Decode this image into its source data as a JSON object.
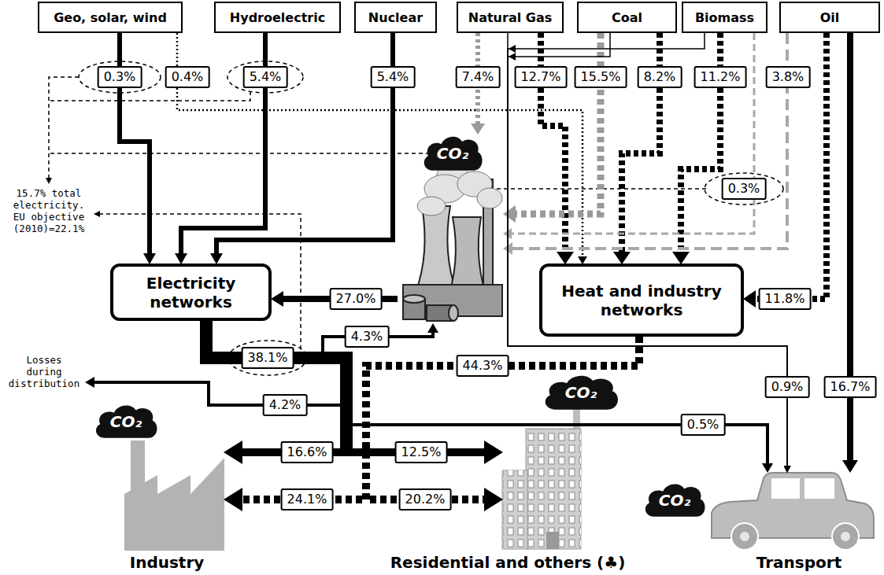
{
  "diagram": {
    "nodes": [
      {
        "text": [
          "Geo, solar, wind"
        ]
      },
      {
        "text": [
          "Hydroelectric"
        ]
      },
      {
        "text": [
          "Nuclear"
        ]
      },
      {
        "text": [
          "Natural Gas"
        ]
      },
      {
        "text": [
          "Coal"
        ]
      },
      {
        "text": [
          "Biomass"
        ]
      },
      {
        "text": [
          "Oil"
        ]
      },
      {
        "text": [
          "CO₂"
        ]
      },
      {
        "text": [
          "Electricity networks"
        ]
      },
      {
        "text": [
          "Heat and industry networks"
        ]
      },
      {
        "text": [
          "CO₂"
        ]
      },
      {
        "text": [
          "CO₂"
        ]
      },
      {
        "text": [
          "CO₂"
        ]
      },
      {
        "text": [
          "Industry"
        ]
      },
      {
        "text": [
          "Residential and others (♣)"
        ]
      },
      {
        "text": [
          "Transport"
        ]
      }
    ],
    "edges": [
      {
        "from": 0,
        "to": 8,
        "label": "0.3%",
        "arrow": "to"
      },
      {
        "from": 0,
        "to": 9,
        "label": "0.4%",
        "arrow": "to"
      },
      {
        "from": 1,
        "to": 8,
        "label": "5.4%",
        "arrow": "to"
      },
      {
        "from": 2,
        "to": 8,
        "label": "5.4%",
        "arrow": "to"
      },
      {
        "from": 3,
        "to": 7,
        "label": "7.4%",
        "arrow": "to"
      },
      {
        "from": 3,
        "to": 9,
        "label": "12.7%",
        "arrow": "to"
      },
      {
        "from": 4,
        "to": 7,
        "label": "15.5%",
        "arrow": "to"
      },
      {
        "from": 4,
        "to": 9,
        "label": "8.2%",
        "arrow": "to"
      },
      {
        "from": 5,
        "to": 9,
        "label": "11.2%",
        "arrow": "to"
      },
      {
        "from": 6,
        "to": 7,
        "label": "3.8%",
        "arrow": "to"
      },
      {
        "from": 5,
        "to": 7,
        "label": "0.3%",
        "arrow": "to"
      },
      {
        "from": 6,
        "to": 9,
        "label": "11.8%",
        "arrow": "to"
      },
      {
        "from": 7,
        "to": 8,
        "label": "27.0%",
        "arrow": "to"
      },
      {
        "from": 8,
        "to": 7,
        "label": "4.3%",
        "arrow": "to"
      },
      {
        "from": 8,
        "to": 13,
        "label": "16.6%",
        "arrow": "to"
      },
      {
        "from": 8,
        "to": 14,
        "label": "12.5%",
        "arrow": "to"
      },
      {
        "from": 8,
        "to": 15,
        "label": "0.5%",
        "arrow": "to"
      },
      {
        "from": 9,
        "to": 13,
        "label": "24.1%",
        "arrow": "to"
      },
      {
        "from": 9,
        "to": 14,
        "label": "20.2%",
        "arrow": "to"
      },
      {
        "from": 3,
        "to": 15,
        "label": "0.9%",
        "arrow": "to"
      },
      {
        "from": 4,
        "to": 15,
        "arrow": "to"
      },
      {
        "from": 5,
        "to": 15,
        "arrow": "to"
      },
      {
        "from": 6,
        "to": 15,
        "label": "16.7%",
        "arrow": "to"
      }
    ],
    "labels": [
      "15.7% total electricity. EU objective (2010)=22.1%",
      "Losses during distribution",
      "38.1%",
      "44.3%",
      "4.2%"
    ]
  }
}
